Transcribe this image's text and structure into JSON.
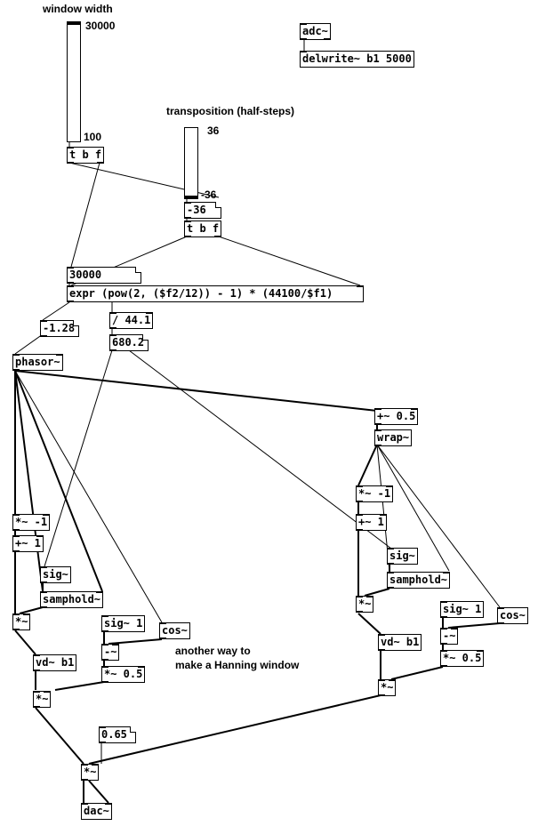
{
  "comments": {
    "window_width": "window width",
    "transposition": "transposition (half-steps)",
    "hanning_line1": "another way to",
    "hanning_line2": "make a Hanning window"
  },
  "sliders": {
    "window": {
      "max_label": "30000",
      "min_label": "100",
      "value": 30000,
      "min": 100,
      "max": 30000
    },
    "transpose": {
      "max_label": "36",
      "min_label": "-36",
      "value": -36,
      "min": -36,
      "max": 36
    }
  },
  "objects": {
    "adc": "adc~",
    "delwrite": "delwrite~ b1 5000",
    "tbf1": "t b f",
    "tbf2": "t b f",
    "expr": "expr (pow(2, ($f2/12)) - 1) * (44100/$f1)",
    "div": "/ 44.1",
    "phasor": "phasor~",
    "plus05": "+~ 0.5",
    "wrap": "wrap~",
    "mul_neg1_l": "*~ -1",
    "plus1_l": "+~ 1",
    "sig_l": "sig~",
    "samphold_l": "samphold~",
    "mul_l": "*~",
    "sig1_l": "sig~ 1",
    "cos_l": "cos~",
    "minus_l": "-~",
    "mul05_l": "*~ 0.5",
    "vd_l": "vd~ b1",
    "mul_out_l": "*~",
    "mul_neg1_r": "*~ -1",
    "plus1_r": "+~ 1",
    "sig_r": "sig~",
    "samphold_r": "samphold~",
    "mul_r": "*~",
    "sig1_r": "sig~ 1",
    "cos_r": "cos~",
    "minus_r": "-~",
    "mul05_r": "*~ 0.5",
    "vd_r": "vd~ b1",
    "mul_out_r": "*~",
    "mul_master": "*~",
    "dac": "dac~"
  },
  "atoms": {
    "transpose_num": "-36",
    "window_num": "30000",
    "freq_num": "-1.28",
    "delay_num": "680.2",
    "gain_num": "0.65"
  }
}
